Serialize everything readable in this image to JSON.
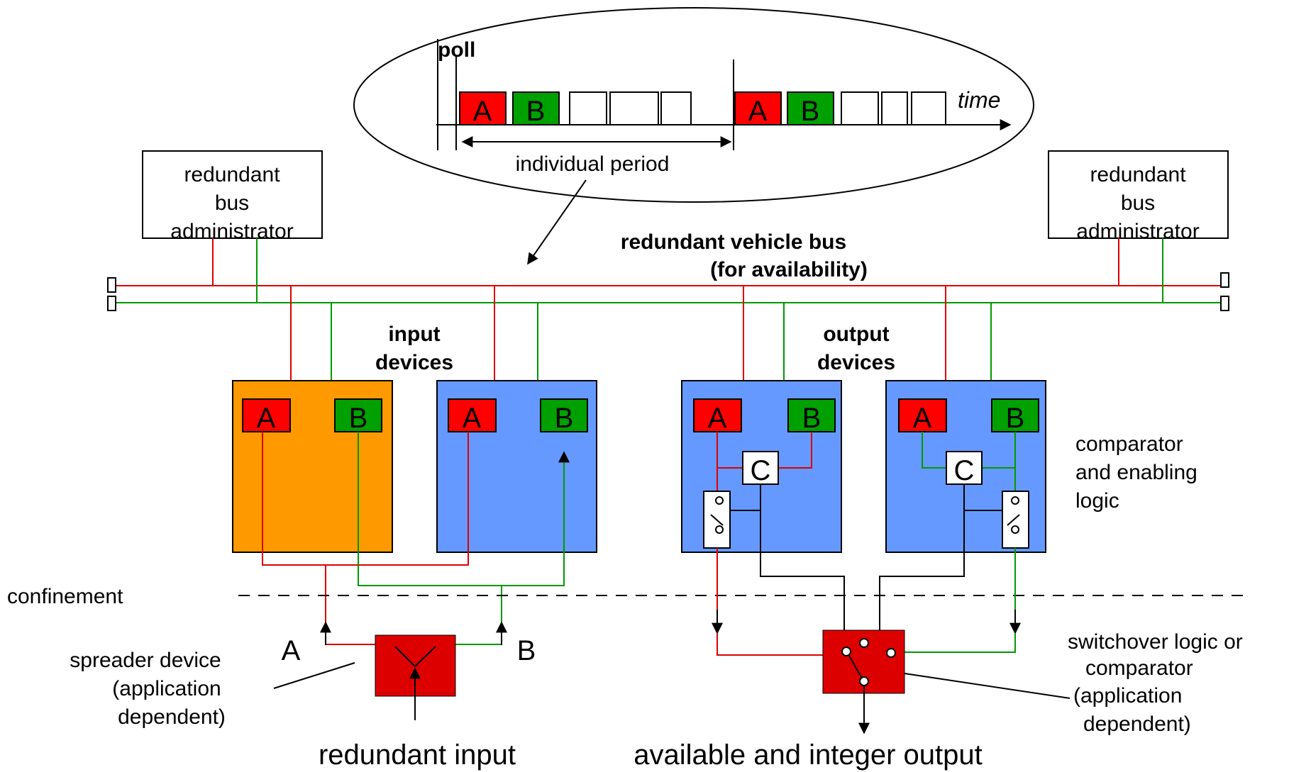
{
  "colors": {
    "red": "#dd0000",
    "green": "#009900",
    "blue_device": "#6699ff",
    "orange_device": "#ff9900",
    "box_red": "#ff0000",
    "box_green": "#00a000",
    "wire_red": "#dd0000",
    "wire_green": "#009900"
  },
  "timeline": {
    "poll_label": "poll",
    "time_label": "time",
    "period_label": "individual period",
    "slot_a": "A",
    "slot_b": "B"
  },
  "administrators": {
    "left_label": [
      "redundant",
      "bus",
      "administrator"
    ],
    "right_label": [
      "redundant",
      "bus",
      "administrator"
    ]
  },
  "bus": {
    "title_line1": "redundant vehicle bus",
    "title_line2": "(for availability)"
  },
  "groups": {
    "input_line1": "input",
    "input_line2": "devices",
    "output_line1": "output",
    "output_line2": "devices"
  },
  "devices": {
    "label_a": "A",
    "label_b": "B",
    "comparator_label": "C"
  },
  "annotations": {
    "comparator_logic": [
      "comparator",
      "and enabling",
      "logic"
    ],
    "confinement": "confinement",
    "spreader": [
      "spreader device",
      "(application",
      "dependent)"
    ],
    "switchover": [
      "switchover logic or",
      "comparator",
      "(application",
      "dependent)"
    ],
    "line_a": "A",
    "line_b": "B",
    "redundant_input": "redundant input",
    "output_label": "available and integer output"
  }
}
